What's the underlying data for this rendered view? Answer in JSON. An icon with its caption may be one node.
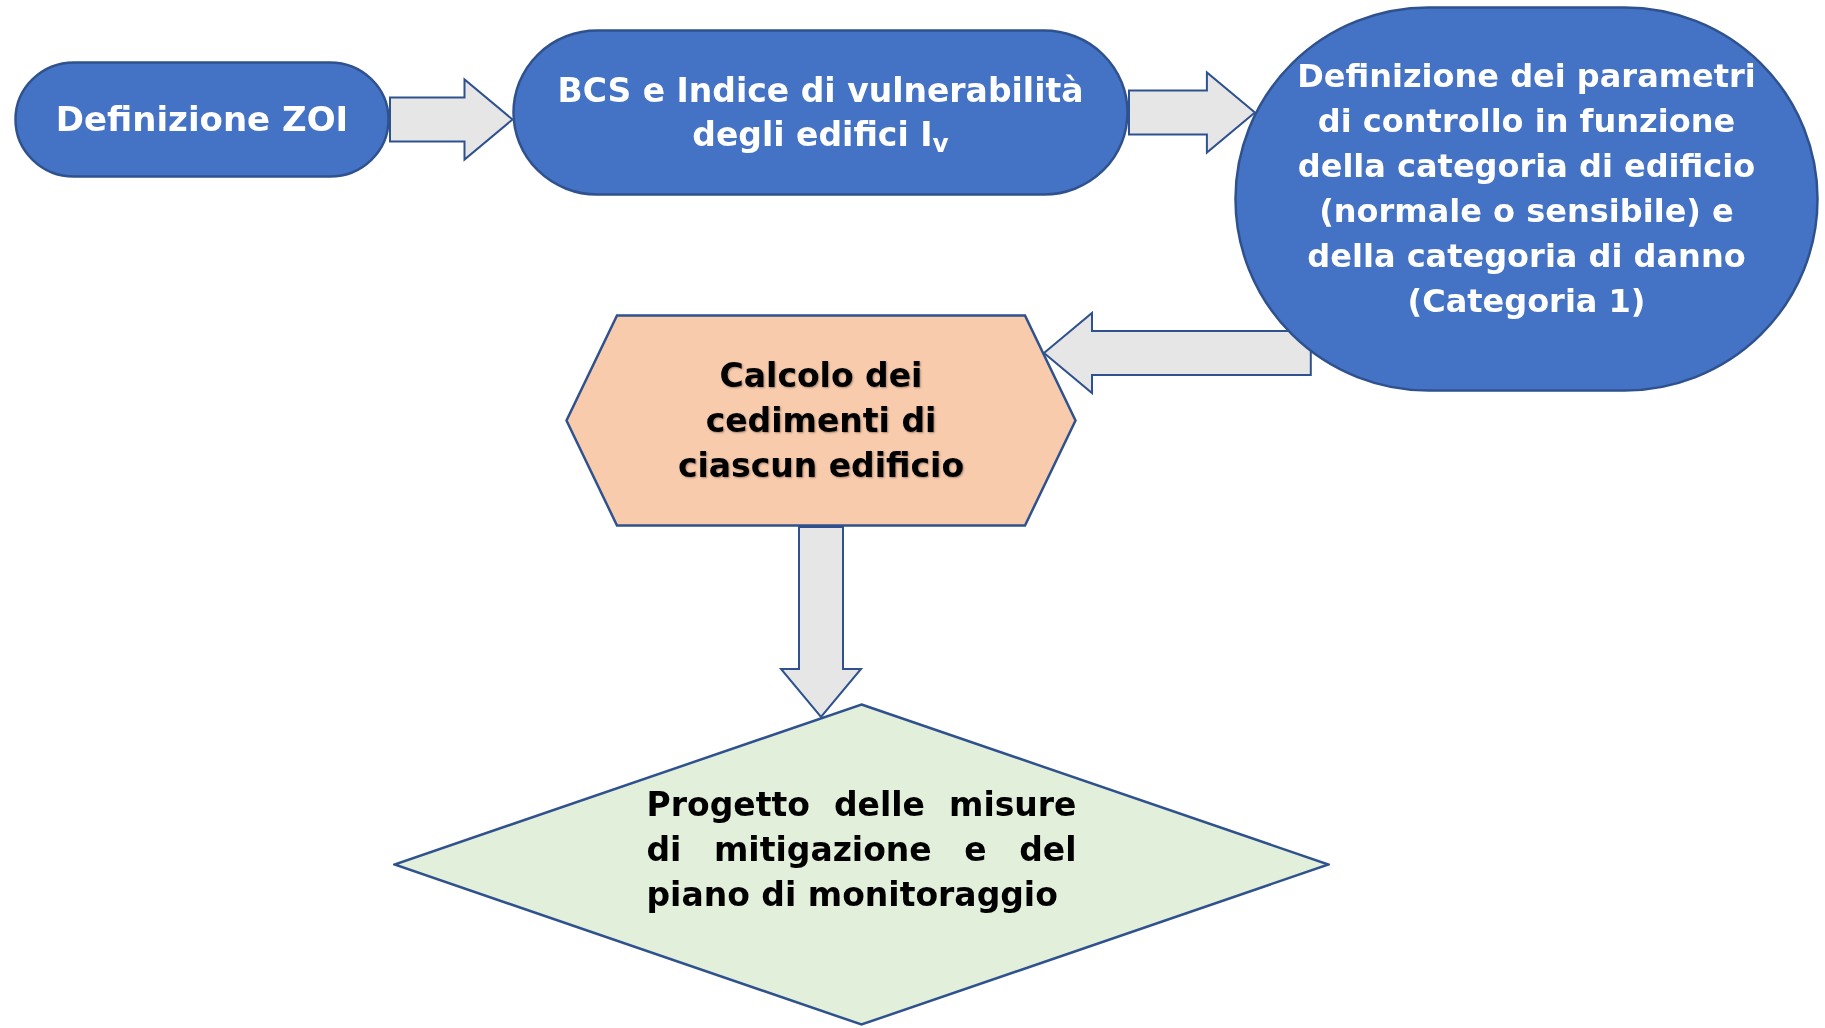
{
  "diagram": {
    "nodes": [
      {
        "text": [
          "Definizione ZOI"
        ]
      },
      {
        "text": [
          "BCS e Indice di vulnerabilità degli edifici I$_{v}$"
        ]
      },
      {
        "text": [
          "Definizione dei parametri di controllo in funzione della categoria di edificio (normale o sensibile) e della categoria di danno (Categoria 1)"
        ]
      },
      {
        "text": [
          "Calcolo dei cedimenti di ciascun edificio"
        ]
      },
      {
        "text": [
          "Progetto delle misure di mitigazione e del piano di monitoraggio"
        ]
      }
    ],
    "edges": [
      {
        "from": 0,
        "to": 1,
        "arrow": "to"
      },
      {
        "from": 1,
        "to": 2,
        "arrow": "to"
      },
      {
        "from": 2,
        "to": 3,
        "arrow": "to"
      },
      {
        "from": 3,
        "to": 4,
        "arrow": "to"
      }
    ]
  }
}
